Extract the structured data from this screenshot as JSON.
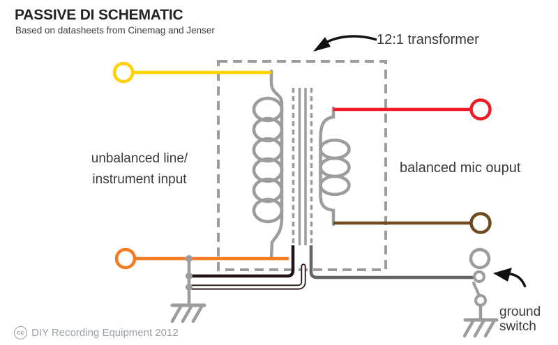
{
  "header": {
    "title": "PASSIVE DI SCHEMATIC",
    "subtitle": "Based on datasheets from Cinemag and Jenser"
  },
  "labels": {
    "transformer": "12:1 transformer",
    "input_line1": "unbalanced line/",
    "input_line2": "instrument input",
    "output": "balanced mic ouput",
    "ground_line1": "ground",
    "ground_line2": "switch"
  },
  "footer": {
    "cc_symbol": "cc",
    "credit": "DIY Recording Equipment 2012"
  },
  "colors": {
    "input_tip_yellow": "#ffd104",
    "input_sleeve_orange": "#f47b21",
    "output_hot_red": "#ed1c24",
    "output_cold_brown": "#6e4a1f",
    "ground_wire_black": "#231414",
    "switch_wire_gray": "#636363",
    "schematic_gray": "#9c9c9c",
    "arrow_black": "#111111"
  }
}
